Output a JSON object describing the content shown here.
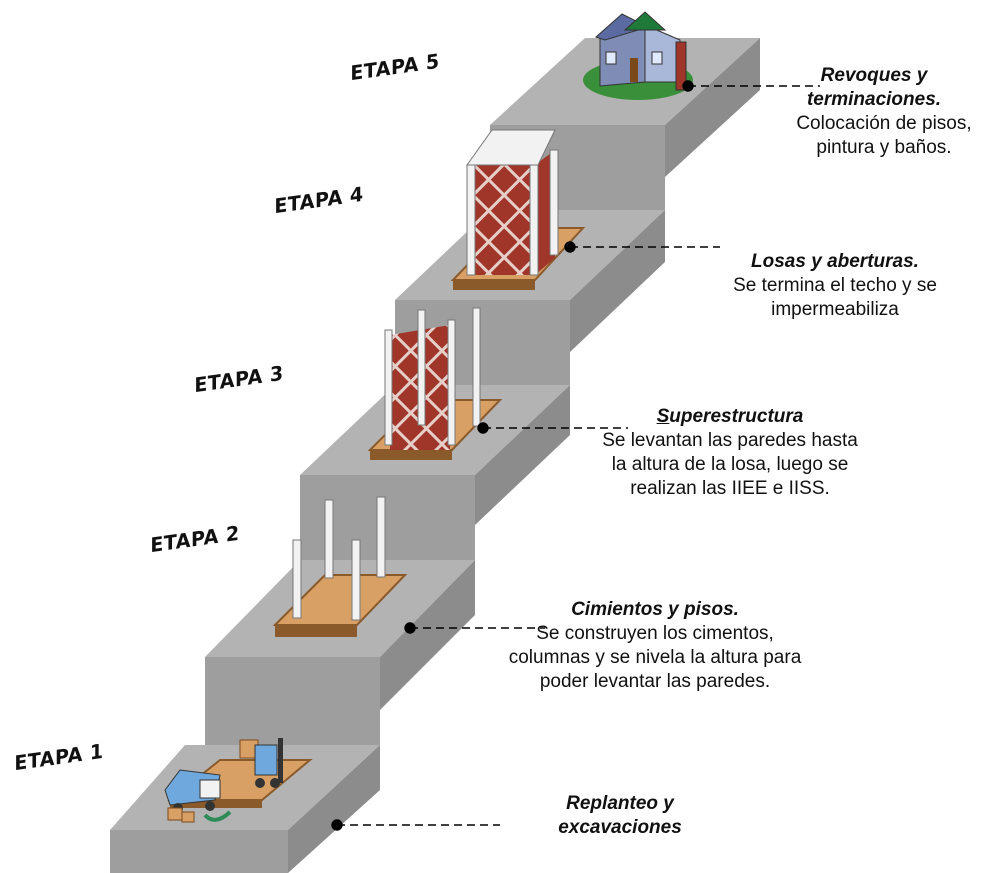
{
  "stages": [
    {
      "label": "ETAPA 1",
      "title": "Replanteo y excavaciones",
      "title_lines": [
        "Replanteo y",
        "excavaciones"
      ],
      "body_lines": []
    },
    {
      "label": "ETAPA 2",
      "title": "Cimientos y pisos.",
      "title_lines": [
        "Cimientos y pisos."
      ],
      "body_lines": [
        "Se construyen los cimentos,",
        "columnas y se nivela la altura para",
        "poder levantar las paredes."
      ]
    },
    {
      "label": "ETAPA 3",
      "title": "Superestructura",
      "title_first_letter": "S",
      "title_rest": "uperestructura",
      "body_lines": [
        "Se levantan las paredes hasta",
        "la altura de la losa, luego se",
        "realizan las IIEE e IISS."
      ]
    },
    {
      "label": "ETAPA 4",
      "title": "Losas y aberturas.",
      "title_lines": [
        "Losas y aberturas."
      ],
      "body_lines": [
        "Se termina el techo y se",
        "impermeabiliza"
      ]
    },
    {
      "label": "ETAPA 5",
      "title": "Revoques y terminaciones.",
      "title_lines": [
        "Revoques y",
        "terminaciones."
      ],
      "body_lines": [
        "Colocación de pisos,",
        "pintura y baños."
      ]
    }
  ],
  "colors": {
    "step_top": "#b3b3b3",
    "step_side": "#8c8c8c",
    "step_front": "#9e9e9e",
    "wood_top": "#d9a066",
    "wood_edge": "#8b5a2b",
    "brick": "#a0362a",
    "column": "#f2f2f2",
    "leader": "#000000"
  },
  "icons": [
    "truck-icon",
    "forklift-icon",
    "box-icon",
    "house-icon",
    "column-icon",
    "brick-wall-icon"
  ]
}
